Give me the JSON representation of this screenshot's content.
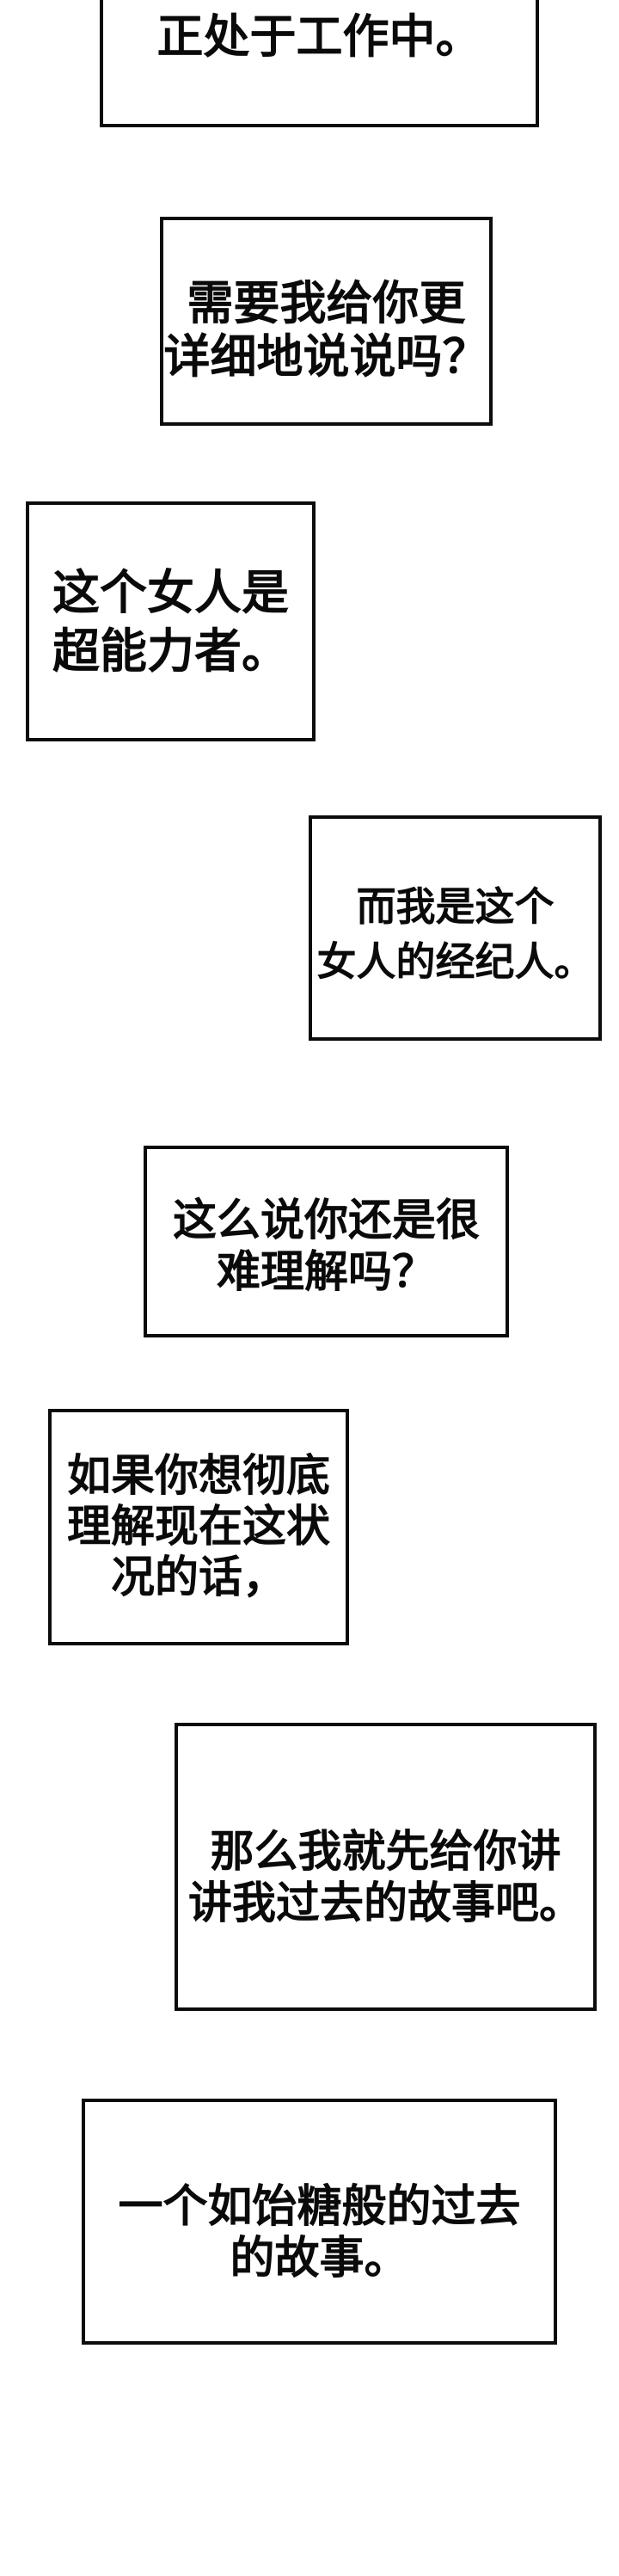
{
  "page": {
    "background_color": "#ffffff",
    "panel_border_color": "#0c0c0c",
    "text_color": "#0a0a0a"
  },
  "bubbles": [
    {
      "id": "narration-1",
      "lines": [
        "正处于工作中。"
      ]
    },
    {
      "id": "narration-2",
      "lines": [
        "需要我给你更",
        "详细地说说吗？"
      ]
    },
    {
      "id": "narration-3",
      "lines": [
        "这个女人是",
        "超能力者。"
      ]
    },
    {
      "id": "narration-4",
      "lines": [
        "而我是这个",
        "女人的经纪人。"
      ]
    },
    {
      "id": "narration-5",
      "lines": [
        "这么说你还是很",
        "难理解吗？"
      ]
    },
    {
      "id": "narration-6",
      "lines": [
        "如果你想彻底",
        "理解现在这状",
        "况的话，"
      ]
    },
    {
      "id": "narration-7",
      "lines": [
        "那么我就先给你讲",
        "讲我过去的故事吧。"
      ]
    },
    {
      "id": "narration-8",
      "lines": [
        "一个如饴糖般的过去",
        "的故事。"
      ]
    }
  ]
}
